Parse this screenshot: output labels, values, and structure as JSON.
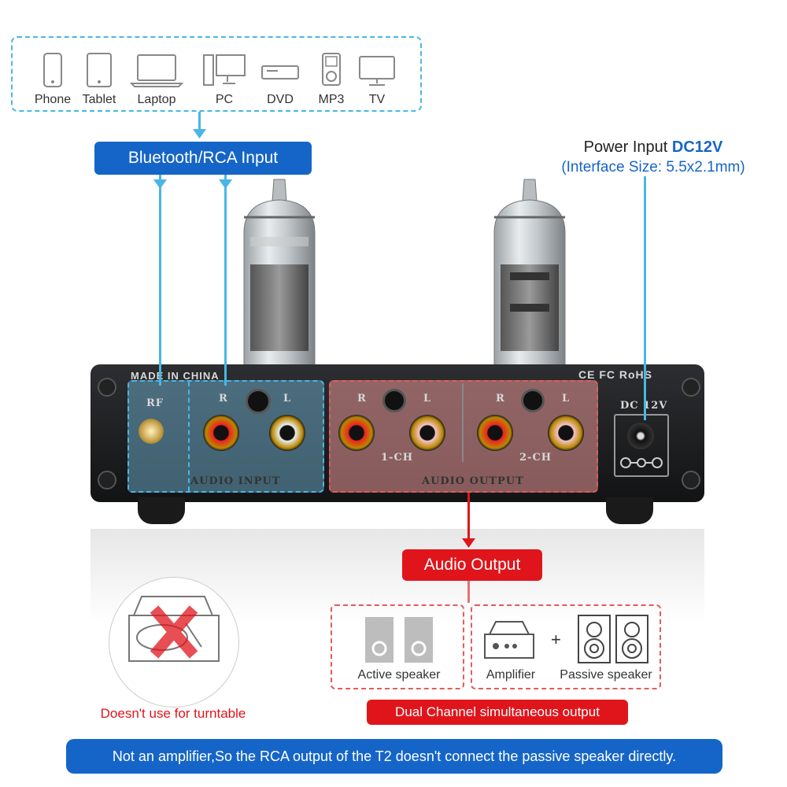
{
  "devices": [
    {
      "label": "Phone",
      "icon": "phone-icon"
    },
    {
      "label": "Tablet",
      "icon": "tablet-icon"
    },
    {
      "label": "Laptop",
      "icon": "laptop-icon"
    },
    {
      "label": "PC",
      "icon": "pc-icon"
    },
    {
      "label": "DVD",
      "icon": "dvd-icon"
    },
    {
      "label": "MP3",
      "icon": "mp3-icon"
    },
    {
      "label": "TV",
      "icon": "tv-icon"
    }
  ],
  "input_tag": "Bluetooth/RCA Input",
  "power": {
    "title": "Power Input ",
    "spec": "DC12V",
    "size": "(Interface Size: 5.5x2.1mm)"
  },
  "panel": {
    "made_in": "MADE IN CHINA",
    "certs": "CE FC RoHS",
    "rf": "RF",
    "audio_input": "AUDIO INPUT",
    "audio_output": "AUDIO OUTPUT",
    "ch1": "1-CH",
    "ch2": "2-CH",
    "r": "R",
    "l": "L",
    "dc": "DC 12V"
  },
  "output_tag": "Audio Output",
  "speakers": {
    "active": "Active speaker",
    "amplifier": "Amplifier",
    "plus": "+",
    "passive": "Passive speaker"
  },
  "turntable_note": "Doesn't use for turntable",
  "dual_channel": "Dual Channel simultaneous output",
  "footer": "Not an amplifier,So the RCA output of the T2 doesn't connect the passive speaker directly.",
  "colors": {
    "accent_blue": "#1565c9",
    "light_blue": "#49b6e6",
    "accent_red": "#e0151b"
  }
}
